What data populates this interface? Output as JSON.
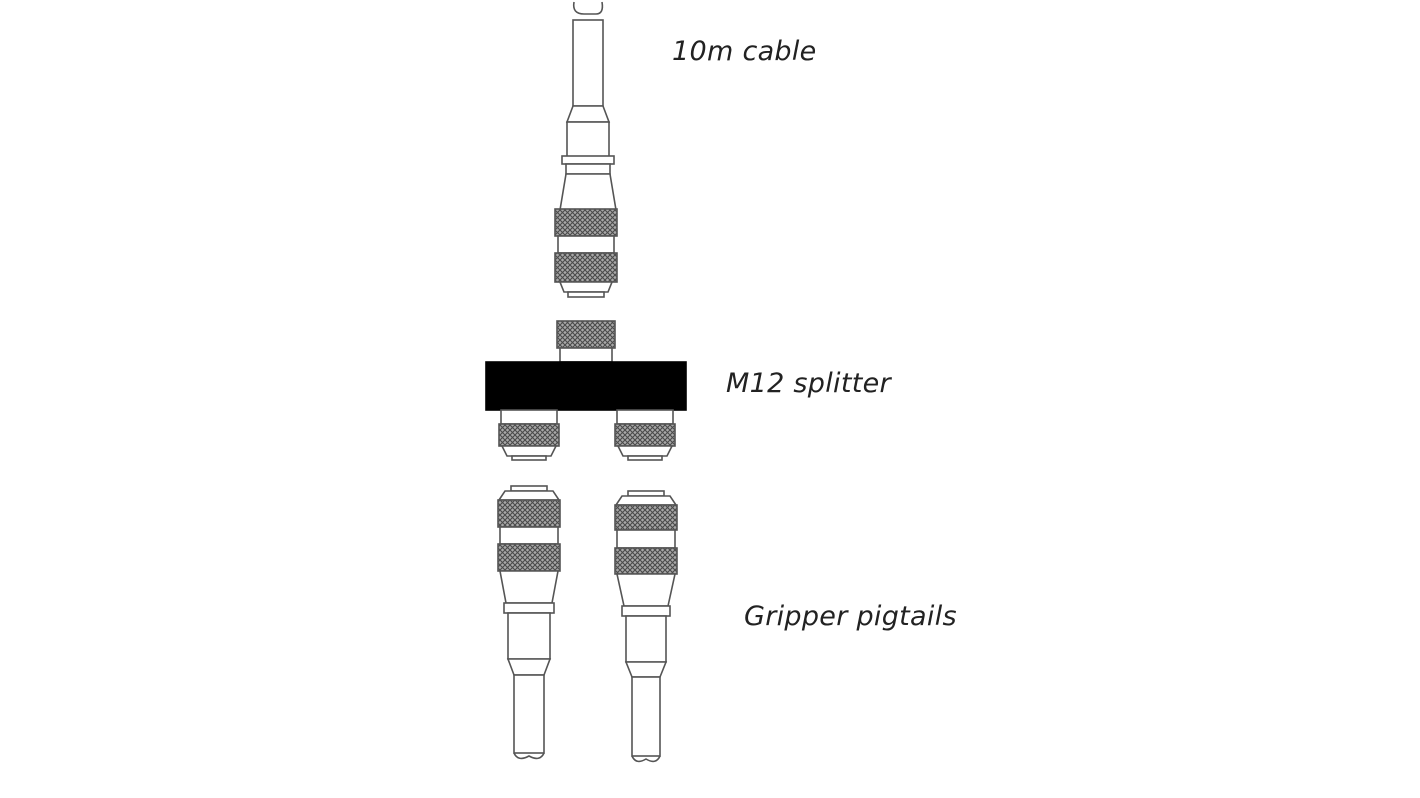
{
  "labels": {
    "cable": "10m cable",
    "splitter": "M12 splitter",
    "pigtails": "Gripper pigtails"
  },
  "colors": {
    "background": "#ffffff",
    "outline": "#555555",
    "knurl_fill": "#9a9a9a",
    "splitter_body": "#000000",
    "text": "#222222"
  }
}
